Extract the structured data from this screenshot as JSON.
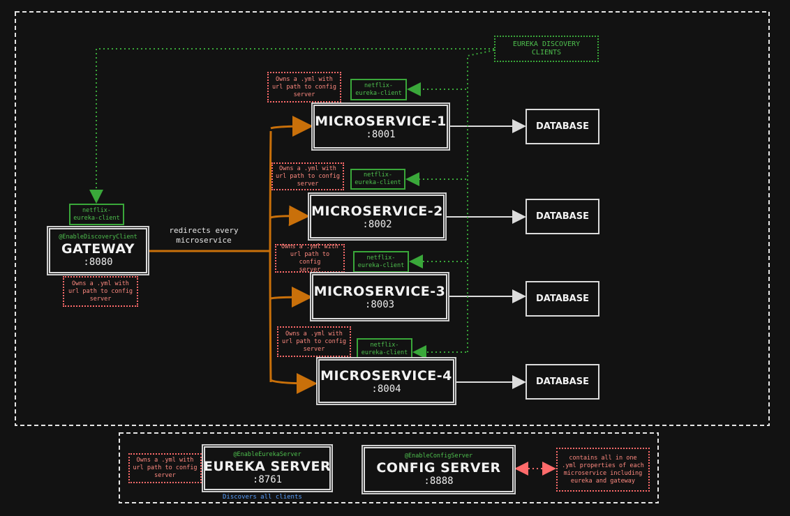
{
  "gateway": {
    "annotation": "@EnableDiscoveryClient",
    "title": "GATEWAY",
    "port": ":8080"
  },
  "gateway_client": "netflix-\neureka-client",
  "gateway_note": "Owns a .yml with\nurl path to config\nserver",
  "redirect_label": "redirects every\nmicroservice",
  "eureka_clients_label": "EUREKA DISCOVERY\nCLIENTS",
  "microservices": [
    {
      "title": "MICROSERVICE-1",
      "port": ":8001",
      "client": "netflix-\neureka-client",
      "note": "Owns a .yml with\nurl path to config\nserver",
      "db": "DATABASE"
    },
    {
      "title": "MICROSERVICE-2",
      "port": ":8002",
      "client": "netflix-\neureka-client",
      "note": "Owns a .yml with\nurl path to config\nserver",
      "db": "DATABASE"
    },
    {
      "title": "MICROSERVICE-3",
      "port": ":8003",
      "client": "netflix-\neureka-client",
      "note": "Owns a .yml with\nurl path to config\nserver",
      "db": "DATABASE"
    },
    {
      "title": "MICROSERVICE-4",
      "port": ":8004",
      "client": "netflix-\neureka-client",
      "note": "Owns a .yml with\nurl path to config\nserver",
      "db": "DATABASE"
    }
  ],
  "eureka_server": {
    "annotation": "@EnableEurekaServer",
    "title": "EUREKA SERVER",
    "port": ":8761",
    "note": "Owns a .yml with\nurl path to config\nserver",
    "caption": "Discovers all clients"
  },
  "config_server": {
    "annotation": "@EnableConfigServer",
    "title": "CONFIG SERVER",
    "port": ":8888",
    "note": "contains all in one\n.yml properties of each\nmicroservice including\neureka and gateway"
  },
  "colors": {
    "background": "#121212",
    "box": "#dcdcdc",
    "arrow_main": "#c9700a",
    "eureka_green": "#3aa83a",
    "note_red": "#ff6b6b"
  }
}
